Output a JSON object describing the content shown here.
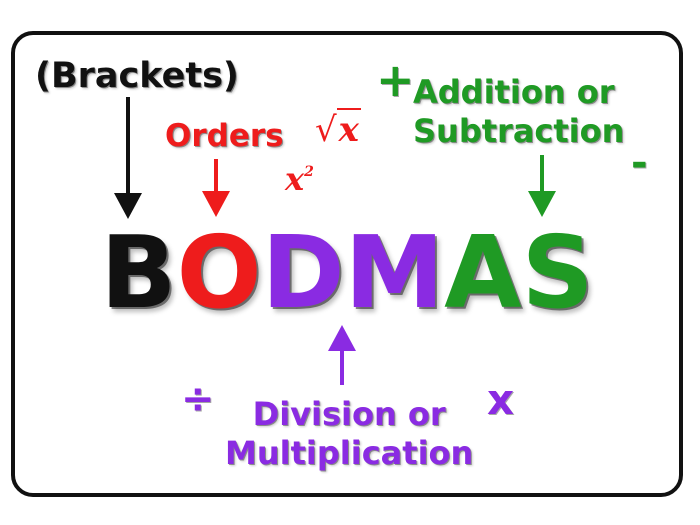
{
  "acronym": {
    "letters": [
      "B",
      "O",
      "D",
      "M",
      "A",
      "S"
    ],
    "colors": [
      "#111111",
      "#ee1c1c",
      "#8a2be2",
      "#8a2be2",
      "#1f9a24",
      "#1f9a24"
    ]
  },
  "labels": {
    "brackets": "(Brackets)",
    "orders": "Orders",
    "addition_line1": "Addition or",
    "addition_line2": "Subtraction",
    "division_line1": "Division or",
    "division_line2": "Multiplication"
  },
  "math": {
    "sqrt_radical": "√",
    "sqrt_var": "x",
    "square_base": "x",
    "square_exp": "2"
  },
  "operators": {
    "plus": "+",
    "minus": "-",
    "divide": "÷",
    "times": "x"
  },
  "colors": {
    "black": "#111111",
    "red": "#ee1c1c",
    "purple": "#8a2be2",
    "green": "#1f9a24",
    "border": "#111111"
  },
  "copyright": ""
}
